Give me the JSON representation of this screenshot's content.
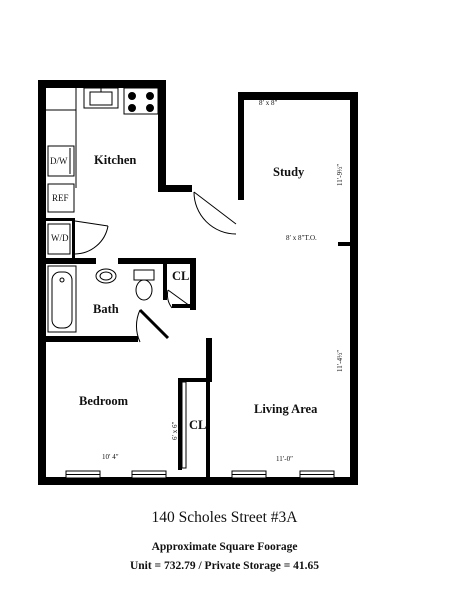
{
  "plan": {
    "rooms": {
      "kitchen": "Kitchen",
      "study": "Study",
      "bath": "Bath",
      "bedroom": "Bedroom",
      "living_area": "Living Area",
      "closet_bath": "CL",
      "closet_bedroom": "CL"
    },
    "appliances": {
      "dishwasher": "D/W",
      "refrigerator": "REF",
      "washer_dryer": "W/D"
    },
    "dimensions": {
      "study_top": "8′ x 8″",
      "study_side": "11′-9½″",
      "study_opening": "8′ x 8″T.O.",
      "living_side": "11′-4½″",
      "bedroom_width": "10′ 4″",
      "living_width": "11′-0″",
      "bedroom_closet": "6′ x 6″"
    }
  },
  "caption": {
    "title": "140 Scholes Street #3A",
    "subtitle": "Approximate Square Foorage",
    "area": "Unit = 732.79 / Private Storage = 41.65"
  },
  "colors": {
    "wall": "#000000",
    "background": "#ffffff"
  }
}
